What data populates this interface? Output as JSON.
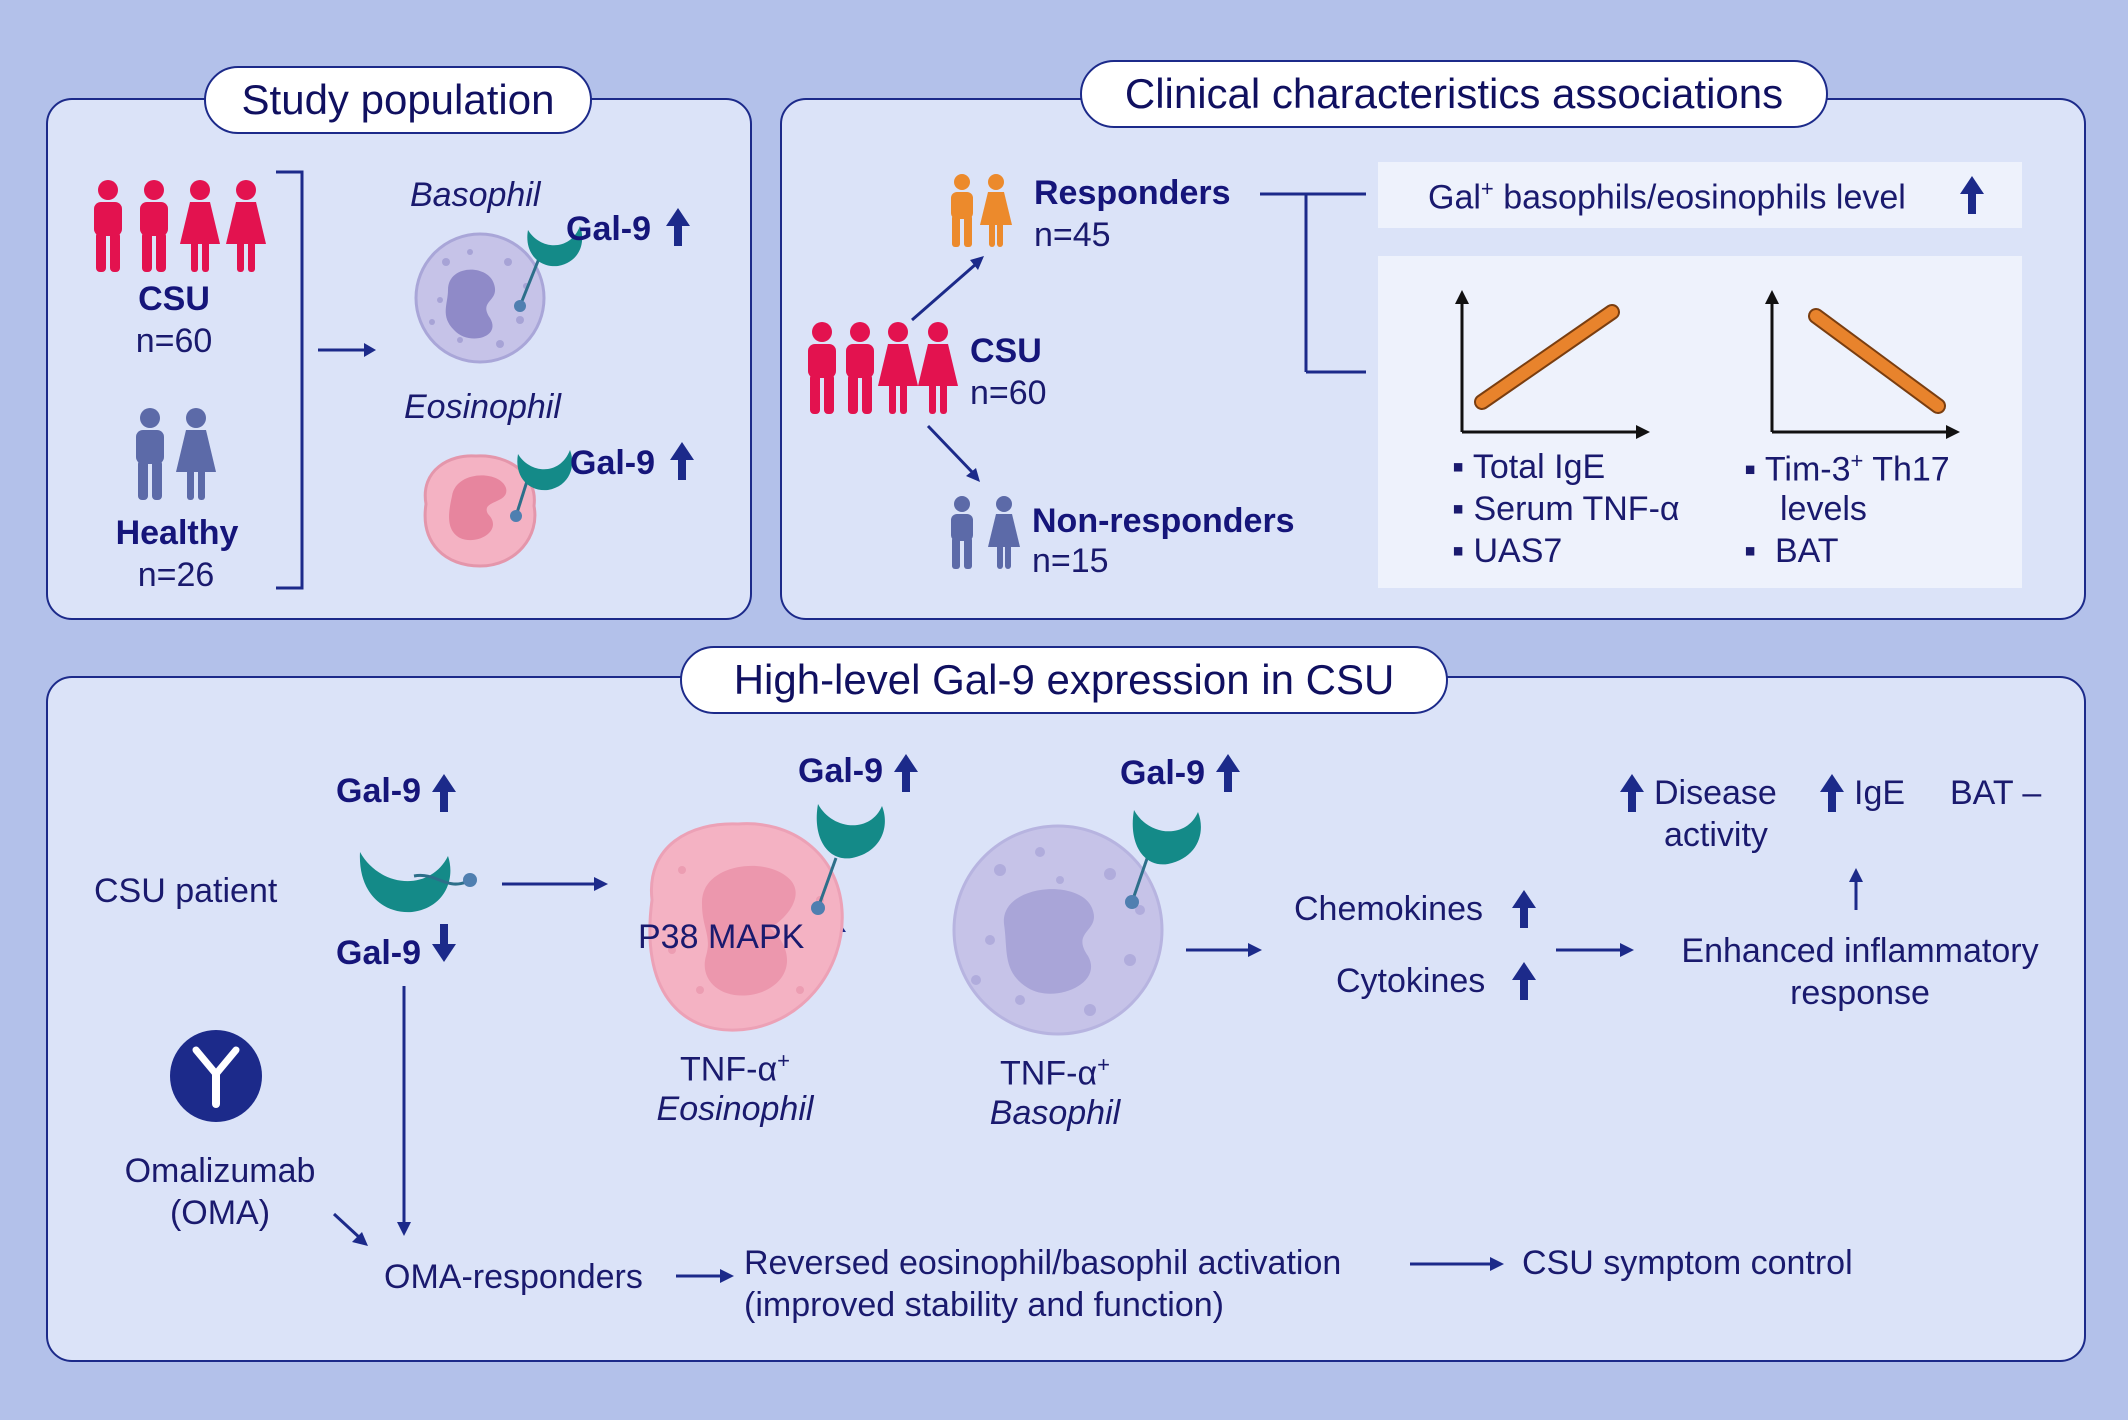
{
  "study": {
    "title": "Study population",
    "csu_label": "CSU",
    "csu_n": "n=60",
    "healthy_label": "Healthy",
    "healthy_n": "n=26",
    "basophil": "Basophil",
    "eosinophil": "Eosinophil",
    "gal9_a": "Gal-9",
    "gal9_b": "Gal-9"
  },
  "clinical": {
    "title": "Clinical characteristics associations",
    "responders": "Responders",
    "responders_n": "n=45",
    "csu": "CSU",
    "csu_n": "n=60",
    "nonresponders": "Non-responders",
    "nonresponders_n": "n=15",
    "gal_level_pre": "Gal",
    "gal_level_sup": "+",
    "gal_level_post": " basophils/eosinophils level",
    "pos_items": [
      "Total IgE",
      "Serum TNF-α",
      "UAS7"
    ],
    "neg_items_line1": "Tim-3",
    "neg_items_sup": "+",
    "neg_items_line1b": " Th17",
    "neg_items_line2": "levels",
    "neg_items_line3": "BAT"
  },
  "expression": {
    "title": "High-level Gal-9 expression in CSU",
    "csu_patient": "CSU patient",
    "gal9_up": "Gal-9",
    "gal9_down": "Gal-9",
    "gal9_eos": "Gal-9",
    "gal9_baso": "Gal-9",
    "p38": "P38 MAPK",
    "tnf_eos": "TNF-α",
    "tnf_eos_sup": "+",
    "eos_label": "Eosinophil",
    "tnf_baso": "TNF-α",
    "tnf_baso_sup": "+",
    "baso_label": "Basophil",
    "chemokines": "Chemokines",
    "cytokines": "Cytokines",
    "disease": "Disease",
    "activity": "activity",
    "ige": "IgE",
    "bat": "BAT –",
    "enhanced_1": "Enhanced inflammatory",
    "enhanced_2": "response",
    "omalizumab": "Omalizumab",
    "oma": "(OMA)",
    "oma_responders": "OMA-responders",
    "reversed_1": "Reversed eosinophil/basophil activation",
    "reversed_2": "(improved stability and function)",
    "symptom": "CSU symptom control"
  },
  "colors": {
    "navy": "#1c2a8a",
    "csu_red": "#e3124f",
    "responder_orange": "#ec8a2c",
    "healthy_blue": "#5c6aa8",
    "teal": "#148a88",
    "trend_line": "#e8832c"
  }
}
